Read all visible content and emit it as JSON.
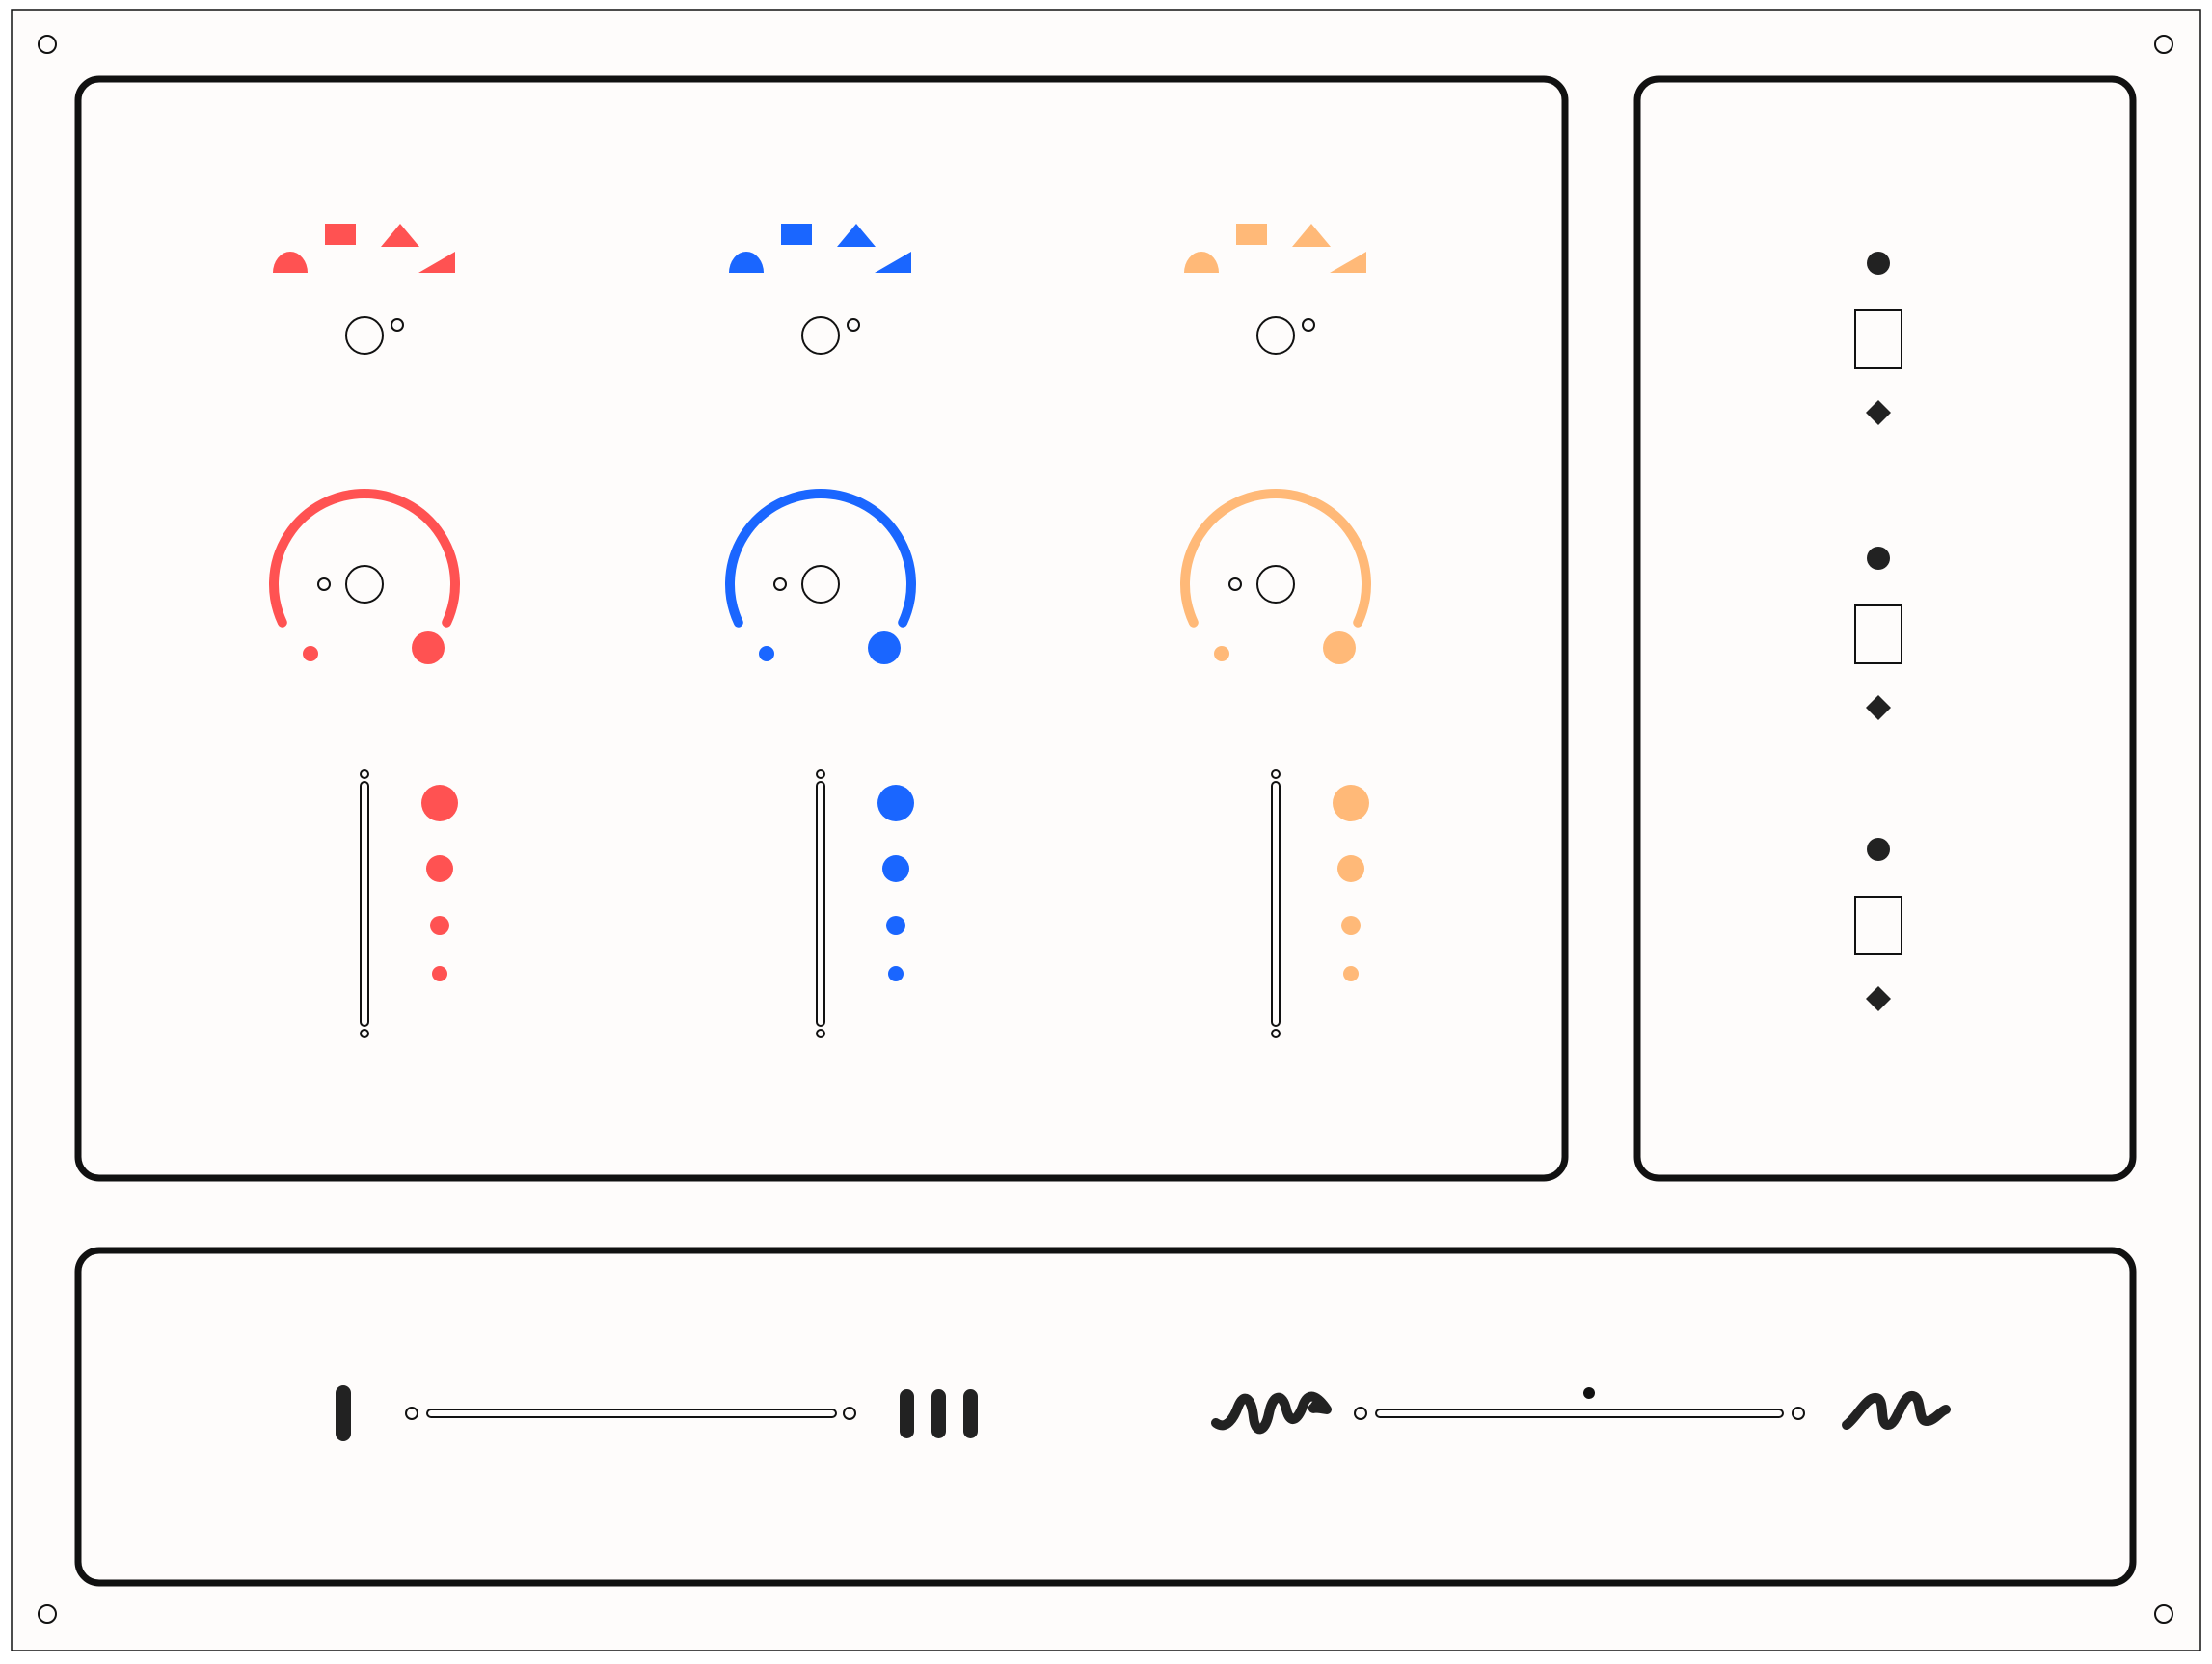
{
  "colors": {
    "faceplate": "#fefcfb",
    "outline": "#111111",
    "ink": "#222222",
    "channels": [
      "#ff5252",
      "#1a66ff",
      "#ffb978"
    ]
  },
  "channels": [
    {
      "id": "channel-1",
      "color": "#ff5252",
      "icons": [
        "half-circle-icon",
        "rectangle-icon",
        "triangle-icon",
        "ramp-icon"
      ]
    },
    {
      "id": "channel-2",
      "color": "#1a66ff",
      "icons": [
        "half-circle-icon",
        "rectangle-icon",
        "triangle-icon",
        "ramp-icon"
      ]
    },
    {
      "id": "channel-3",
      "color": "#ffb978",
      "icons": [
        "half-circle-icon",
        "rectangle-icon",
        "triangle-icon",
        "ramp-icon"
      ]
    }
  ],
  "side_panel": {
    "rows": 3,
    "icons": [
      "dot-icon",
      "square-outline-icon",
      "diamond-icon"
    ]
  },
  "bottom_panel": {
    "slider_1": {
      "left_icon": "single-bar-icon",
      "right_icon": "triple-bar-icon"
    },
    "slider_2": {
      "left_icon": "wave-large-icon",
      "right_icon": "wave-small-icon"
    }
  },
  "screws": [
    "top-left",
    "top-right",
    "bottom-left",
    "bottom-right"
  ]
}
